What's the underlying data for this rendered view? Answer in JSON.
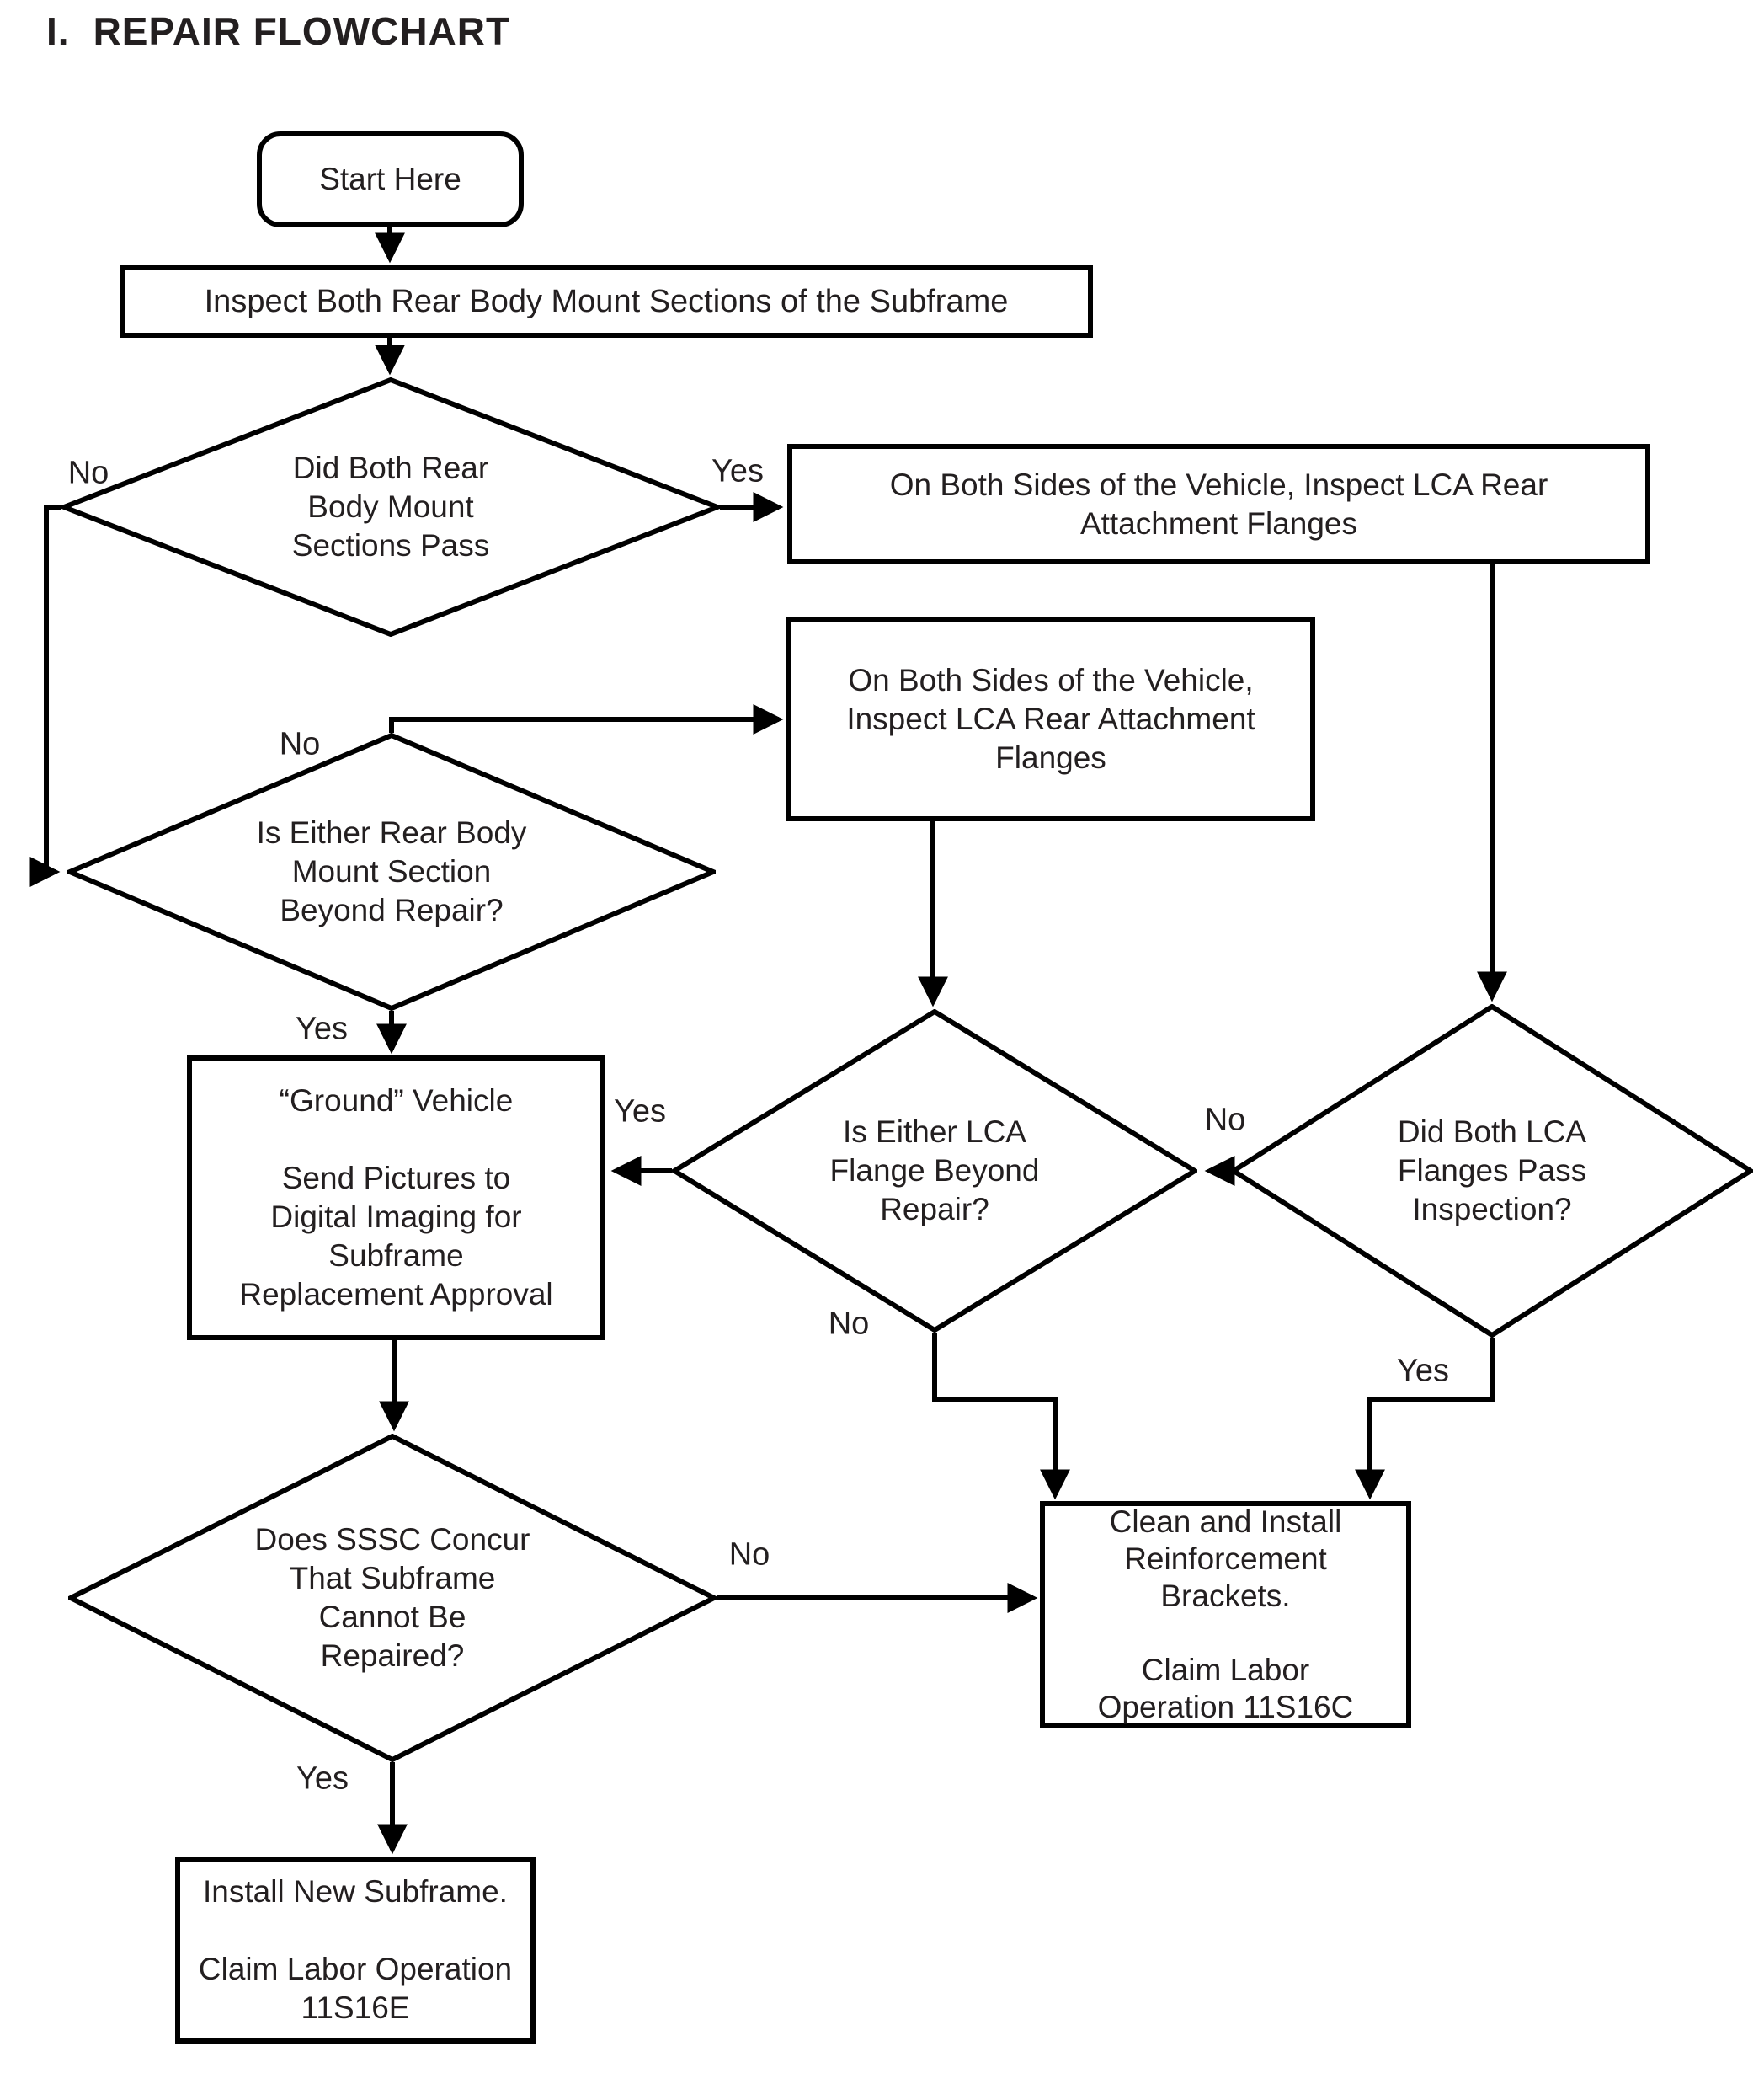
{
  "title": {
    "prefix": "I.",
    "text": "REPAIR FLOWCHART"
  },
  "nodes": {
    "start": {
      "label": "Start Here"
    },
    "inspect_mounts": {
      "label": "Inspect Both Rear Body Mount Sections of the Subframe"
    },
    "d_mounts_pass": {
      "label": "Did Both Rear\nBody Mount\nSections Pass"
    },
    "inspect_lca_right": {
      "label": "On Both Sides of the Vehicle, Inspect LCA Rear\nAttachment Flanges"
    },
    "inspect_lca_mid": {
      "label": "On Both Sides of the Vehicle,\nInspect LCA Rear Attachment\nFlanges"
    },
    "d_mount_beyond_repair": {
      "label": "Is Either Rear Body\nMount Section\nBeyond Repair?"
    },
    "ground_vehicle": {
      "label": "“Ground” Vehicle\n\nSend Pictures to\nDigital Imaging for\nSubframe\nReplacement Approval"
    },
    "d_lca_beyond_repair": {
      "label": "Is Either LCA\nFlange Beyond\nRepair?"
    },
    "d_lca_pass": {
      "label": "Did Both LCA\nFlanges Pass\nInspection?"
    },
    "clean_install": {
      "label": "Clean and Install\nReinforcement\nBrackets.\n\nClaim Labor\nOperation 11S16C"
    },
    "d_sssc": {
      "label": "Does SSSC Concur\nThat Subframe\nCannot Be\nRepaired?"
    },
    "install_subframe": {
      "label": "Install New Subframe.\n\nClaim Labor Operation\n11S16E"
    }
  },
  "edge_labels": {
    "mounts_pass_no": "No",
    "mounts_pass_yes": "Yes",
    "mount_beyond_no": "No",
    "mount_beyond_yes": "Yes",
    "lca_beyond_yes": "Yes",
    "lca_beyond_no": "No",
    "lca_pass_no": "No",
    "lca_pass_yes": "Yes",
    "sssc_no": "No",
    "sssc_yes": "Yes"
  },
  "colors": {
    "line": "#000000",
    "text": "#231f20",
    "background": "#ffffff"
  }
}
